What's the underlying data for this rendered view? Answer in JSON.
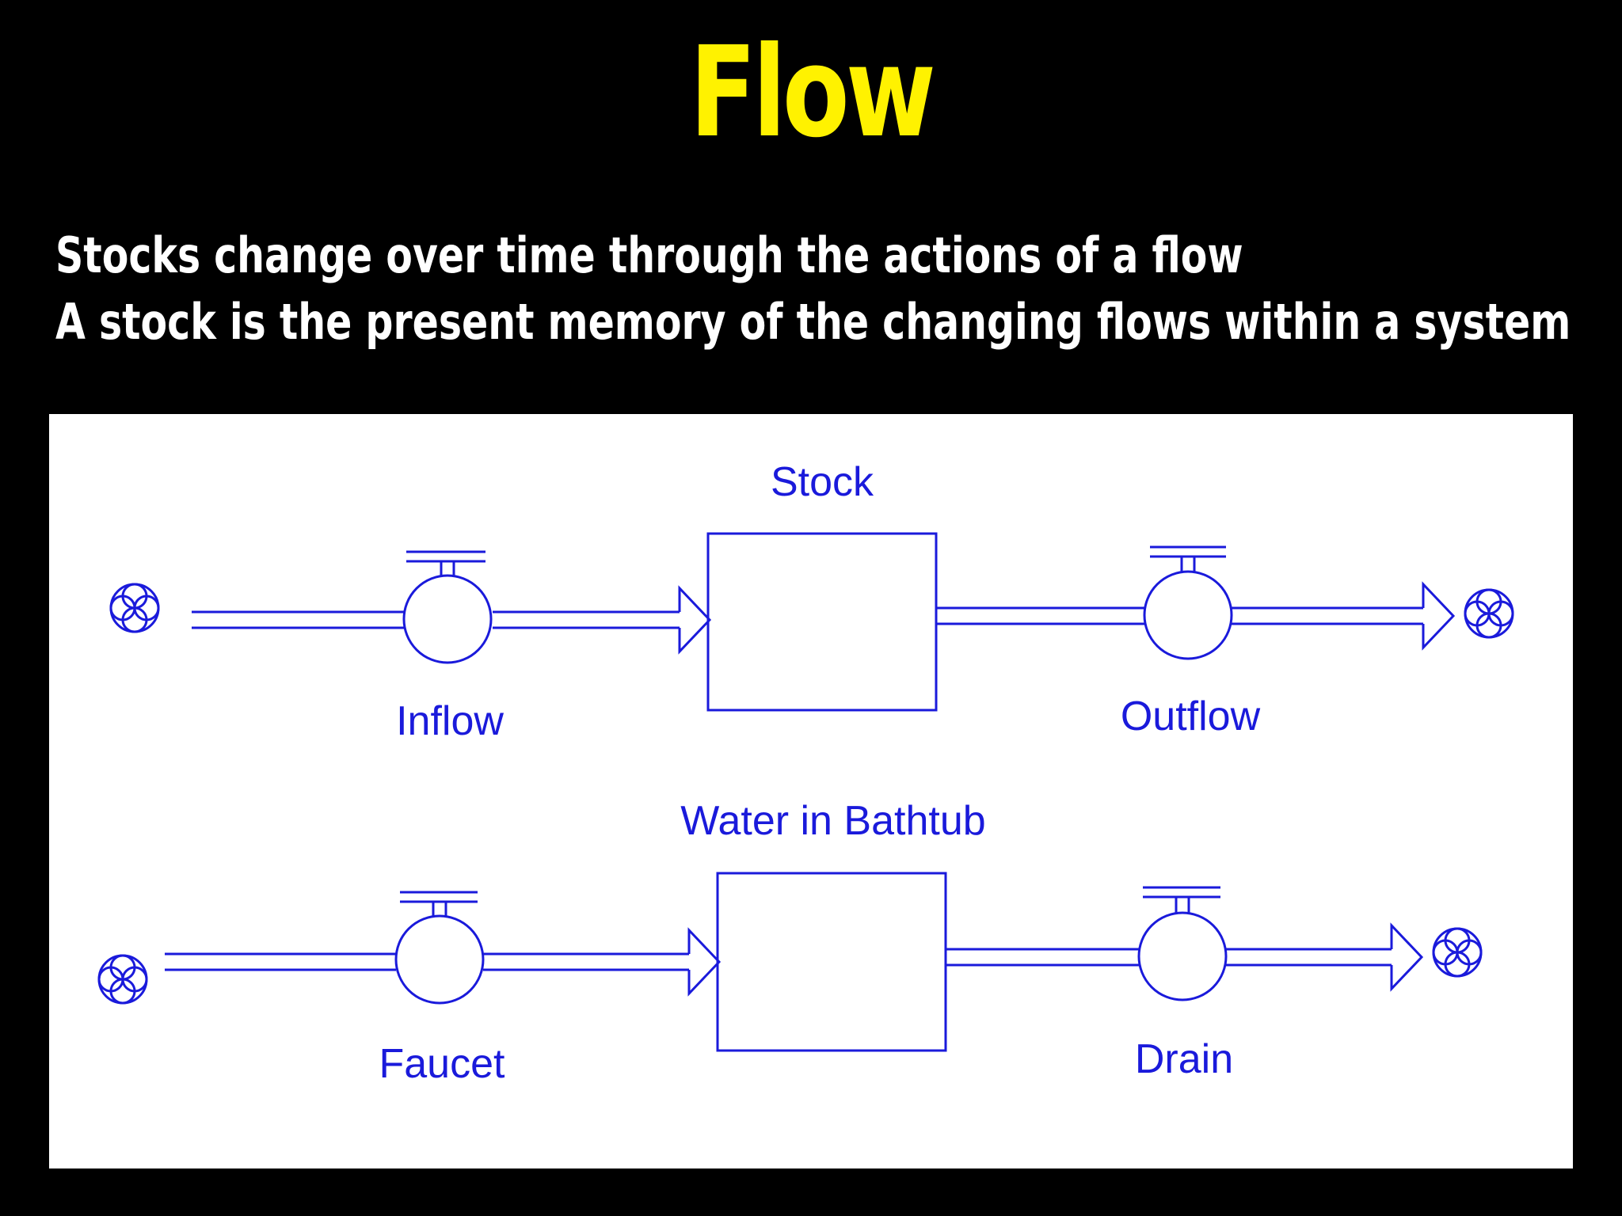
{
  "title": {
    "text": "Flow",
    "color": "#FFF200"
  },
  "subtitle_lines": [
    "Stocks change over time through the actions of a flow",
    "A stock is the present memory of the changing flows within a system"
  ],
  "colors": {
    "diagram_line": "#1A1ADB",
    "panel": "#FFFFFF",
    "background": "#000000"
  },
  "diagrams": [
    {
      "stock_label": "Stock",
      "inflow_label": "Inflow",
      "outflow_label": "Outflow"
    },
    {
      "stock_label": "Water in Bathtub",
      "inflow_label": "Faucet",
      "outflow_label": "Drain"
    }
  ]
}
